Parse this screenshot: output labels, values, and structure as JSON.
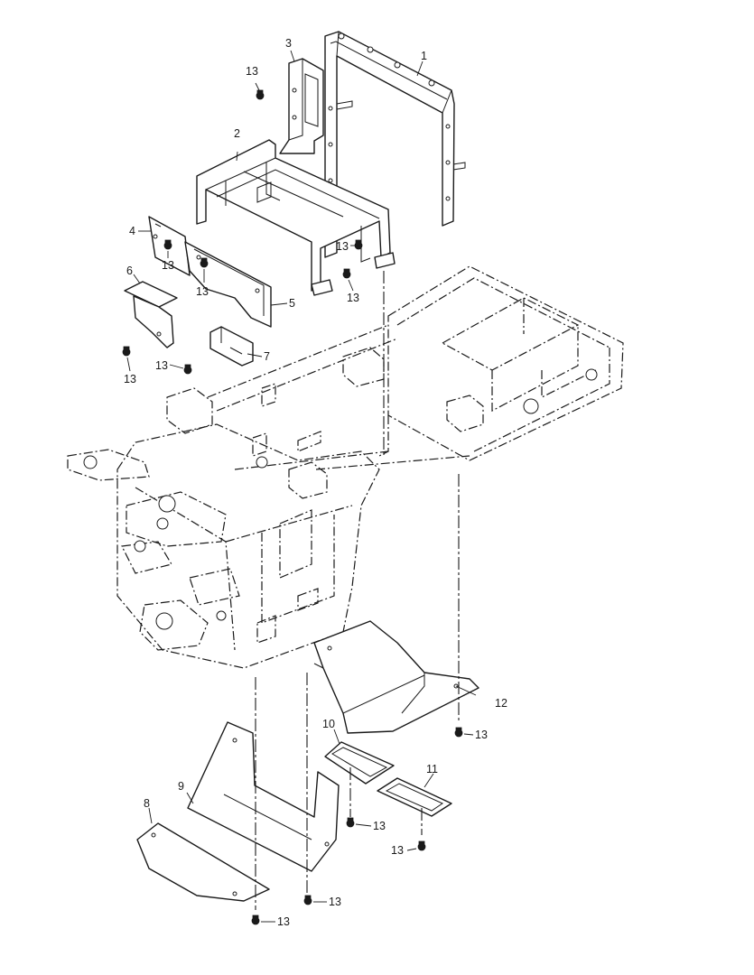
{
  "callouts": {
    "p1": "1",
    "p2": "2",
    "p3": "3",
    "p4": "4",
    "p5": "5",
    "p6": "6",
    "p7": "7",
    "p8": "8",
    "p9": "9",
    "p10": "10",
    "p11": "11",
    "p12": "12",
    "bolt": "13"
  },
  "colors": {
    "line": "#1a1a1a",
    "background": "#ffffff"
  }
}
